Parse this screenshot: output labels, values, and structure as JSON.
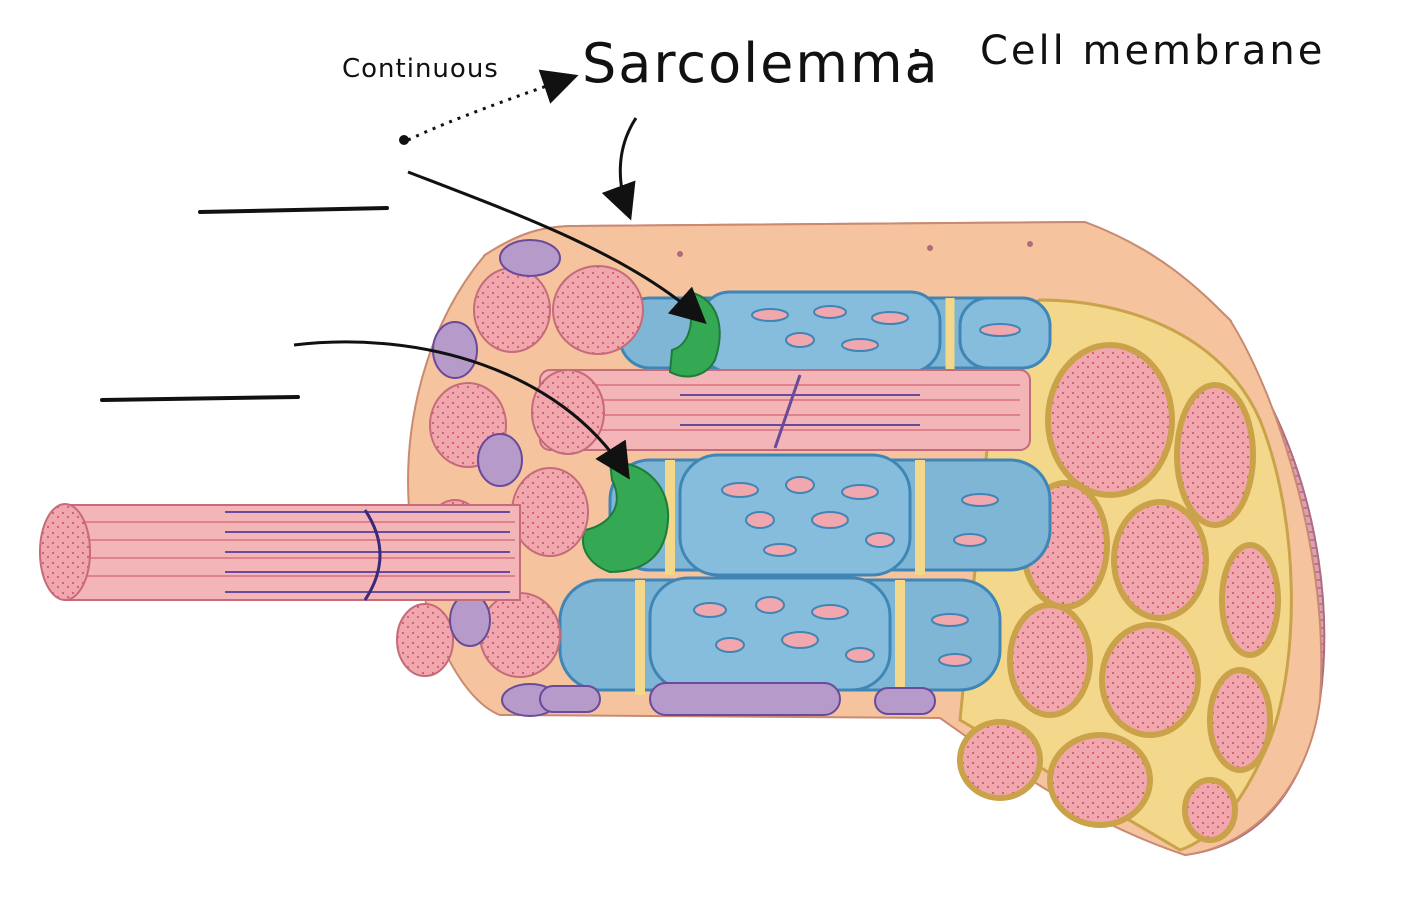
{
  "annotations": {
    "continuous": "Continuous",
    "sarcolemma": "Sarcolemma",
    "colon": ":",
    "cell_membrane": "Cell membrane"
  },
  "colors": {
    "myofibril_pink": "#f0a7ad",
    "myofibril_dark": "#d97b86",
    "sarcolemma_rose": "#e59ea0",
    "sarcoplasmic_reticulum_blue": "#7fb6d6",
    "sr_outline": "#3f86b6",
    "t_tubule_yellow": "#f3d88c",
    "terminal_cisterna_green": "#34a853",
    "mitochondria_purple": "#b69ac9",
    "band_purple": "#6a4a9a",
    "ink": "#111111"
  },
  "blank_labels": 2
}
